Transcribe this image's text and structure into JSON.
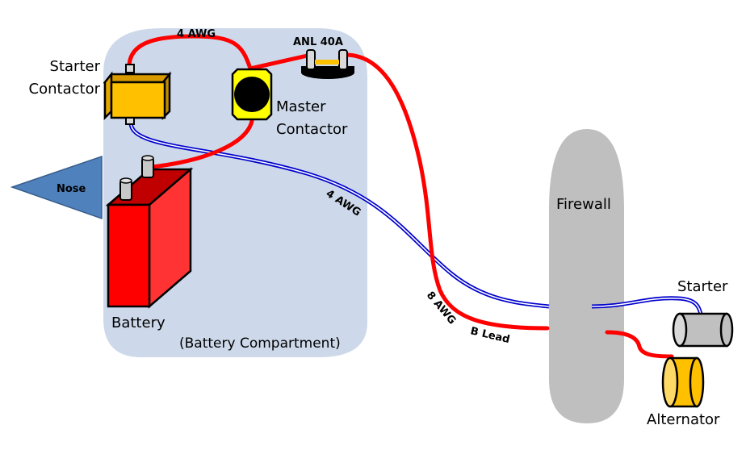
{
  "diagram": {
    "title": "Aircraft electrical wiring: battery compartment to firewall",
    "colors": {
      "compartment": "#cdd9ea",
      "firewall": "#bfbfbf",
      "power_wire": "#ff0000",
      "starter_wire": "#0000cc",
      "battery": "#ff0000",
      "contactor": "#ffc000",
      "master_contactor": "#ffff00",
      "nose": "#4f81bd",
      "starter_motor": "#c0c0c0",
      "alternator": "#ffc000"
    },
    "labels": {
      "starter_contactor_line1": "Starter",
      "starter_contactor_line2": "Contactor",
      "master_contactor_line1": "Master",
      "master_contactor_line2": "Contactor",
      "battery": "Battery",
      "compartment": "(Battery Compartment)",
      "nose": "Nose",
      "firewall": "Firewall",
      "starter": "Starter",
      "alternator": "Alternator",
      "fuse": "ANL 40A"
    },
    "wire_labels": {
      "contactor_link": "4 AWG",
      "starter_cable": "4 AWG",
      "alternator_gauge": "8 AWG",
      "alternator_lead": "B Lead"
    }
  }
}
